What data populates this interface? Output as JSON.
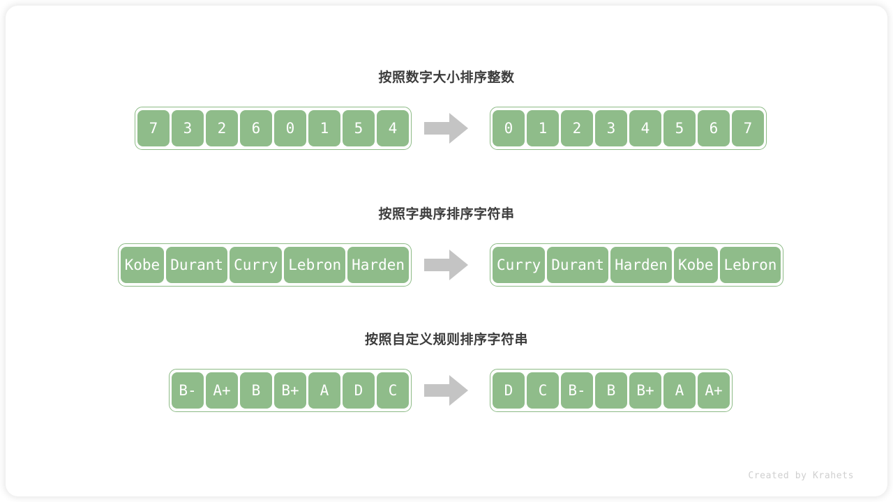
{
  "card": {
    "background": "#ffffff",
    "accent": "#8fbc8a",
    "accent_border": "#8cba85",
    "title_color": "#3c3c3c",
    "arrow_color": "#c4c4c4"
  },
  "sections": [
    {
      "title": "按照数字大小排序整数",
      "cell_style": "fixed",
      "before": [
        "7",
        "3",
        "2",
        "6",
        "0",
        "1",
        "5",
        "4"
      ],
      "after": [
        "0",
        "1",
        "2",
        "3",
        "4",
        "5",
        "6",
        "7"
      ]
    },
    {
      "title": "按照字典序排序字符串",
      "cell_style": "text",
      "before": [
        "Kobe",
        "Durant",
        "Curry",
        "Lebron",
        "Harden"
      ],
      "after": [
        "Curry",
        "Durant",
        "Harden",
        "Kobe",
        "Lebron"
      ]
    },
    {
      "title": "按照自定义规则排序字符串",
      "cell_style": "grade",
      "before": [
        "B-",
        "A+",
        "B",
        "B+",
        "A",
        "D",
        "C"
      ],
      "after": [
        "D",
        "C",
        "B-",
        "B",
        "B+",
        "A",
        "A+"
      ]
    }
  ],
  "arrow": {
    "icon": "right-block-arrow-icon"
  },
  "credit": "Created by Krahets"
}
